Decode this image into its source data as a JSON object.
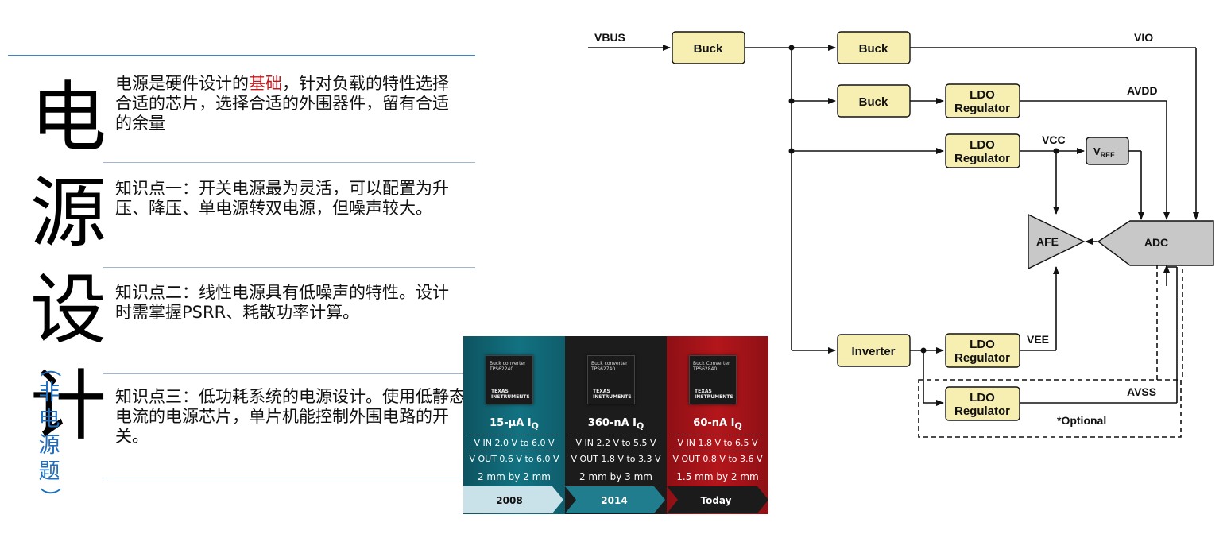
{
  "left": {
    "big_chars": [
      "电",
      "源",
      "设",
      "计"
    ],
    "vertical_note": [
      "（",
      "非",
      "电",
      "源",
      "题",
      "）"
    ],
    "block1": {
      "pre": "电源是硬件设计的",
      "highlight": "基础",
      "post": "，针对负载的特性选择合适的芯片，选择合适的外围器件，留有合适的余量"
    },
    "block2": "知识点一：开关电源最为灵活，可以配置为升压、降压、单电源转双电源，但噪声较大。",
    "block3": "知识点二：线性电源具有低噪声的特性。设计时需掌握PSRR、耗散功率计算。",
    "block4": "知识点三：低功耗系统的电源设计。使用低静态电流的电源芯片，单片机能控制外围电路的开关。"
  },
  "products": [
    {
      "chip": "Buck converter TPS62240",
      "logo": "TEXAS INSTRUMENTS",
      "iq": "15-μA I",
      "iq_sub": "Q",
      "vin": "V IN 2.0 V to 6.0 V",
      "vout": "V OUT 0.6 V to 6.0 V",
      "size": "2 mm by 2 mm",
      "year": "2008",
      "bg": "#127281"
    },
    {
      "chip": "Buck converter TPS62740",
      "logo": "TEXAS INSTRUMENTS",
      "iq": "360-nA I",
      "iq_sub": "Q",
      "vin": "V IN 2.2 V to 5.5 V",
      "vout": "V OUT 1.8 V to 3.3 V",
      "size": "2 mm by 3 mm",
      "year": "2014",
      "bg": "#1c1c1c"
    },
    {
      "chip": "Buck Converter TPS62840",
      "logo": "TEXAS INSTRUMENTS",
      "iq": "60-nA I",
      "iq_sub": "Q",
      "vin": "V IN 1.8 V to 6.5 V",
      "vout": "V OUT 0.8 V to 3.6 V",
      "size": "1.5 mm by 2 mm",
      "year": "Today",
      "bg": "#a8161a"
    }
  ],
  "diagram": {
    "vbus": "VBUS",
    "buck1": "Buck",
    "buck2": "Buck",
    "buck3": "Buck",
    "ldo1": [
      "LDO",
      "Regulator"
    ],
    "ldo2": [
      "LDO",
      "Regulator"
    ],
    "ldo3": [
      "LDO",
      "Regulator"
    ],
    "ldo4": [
      "LDO",
      "Regulator"
    ],
    "inverter": "Inverter",
    "vio": "VIO",
    "avdd": "AVDD",
    "vcc": "VCC",
    "vref": "V",
    "vref_sub": "REF",
    "afe": "AFE",
    "adc": "ADC",
    "vee": "VEE",
    "avss": "AVSS",
    "optional": "*Optional"
  },
  "colors": {
    "block_fill": "#f7efb2",
    "gray_fill": "#c8c8c8",
    "rule": "#9fb6d0",
    "highlight": "#c0181c",
    "vertical_note": "#1f6fc0"
  }
}
